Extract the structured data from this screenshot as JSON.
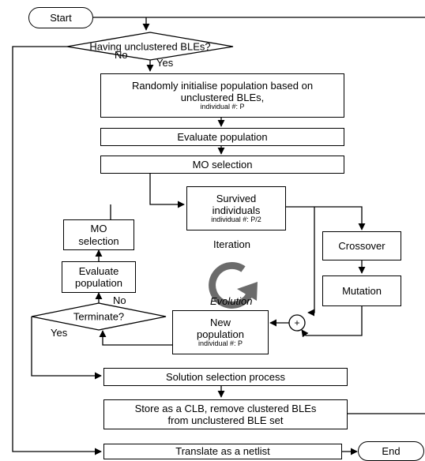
{
  "start": "Start",
  "end": "End",
  "decision_unclustered": "Having unclustered BLEs?",
  "no_top": "No",
  "yes_top": "Yes",
  "init": {
    "line1": "Randomly initialise population based on",
    "line2": "unclustered BLEs,",
    "note": "individual #: P"
  },
  "evaluate_population": "Evaluate population",
  "mo_selection": "MO selection",
  "survived": {
    "line1": "Survived",
    "line2": "individuals",
    "note": "individual #: P/2"
  },
  "mo_selection_loop": {
    "line1": "MO",
    "line2": "selection"
  },
  "evaluate_loop": {
    "line1": "Evaluate",
    "line2": "population"
  },
  "crossover": "Crossover",
  "mutation": "Mutation",
  "iteration": "Iteration",
  "evolution": "Evolution",
  "new_population": {
    "line1": "New",
    "line2": "population",
    "note": "individual #: P"
  },
  "terminate": "Terminate?",
  "no_terminate": "No",
  "yes_terminate": "Yes",
  "plus": "+",
  "solution_selection": "Solution selection process",
  "store": {
    "line1": "Store as a CLB, remove clustered BLEs",
    "line2": "from unclustered BLE set"
  },
  "translate": "Translate as a netlist"
}
